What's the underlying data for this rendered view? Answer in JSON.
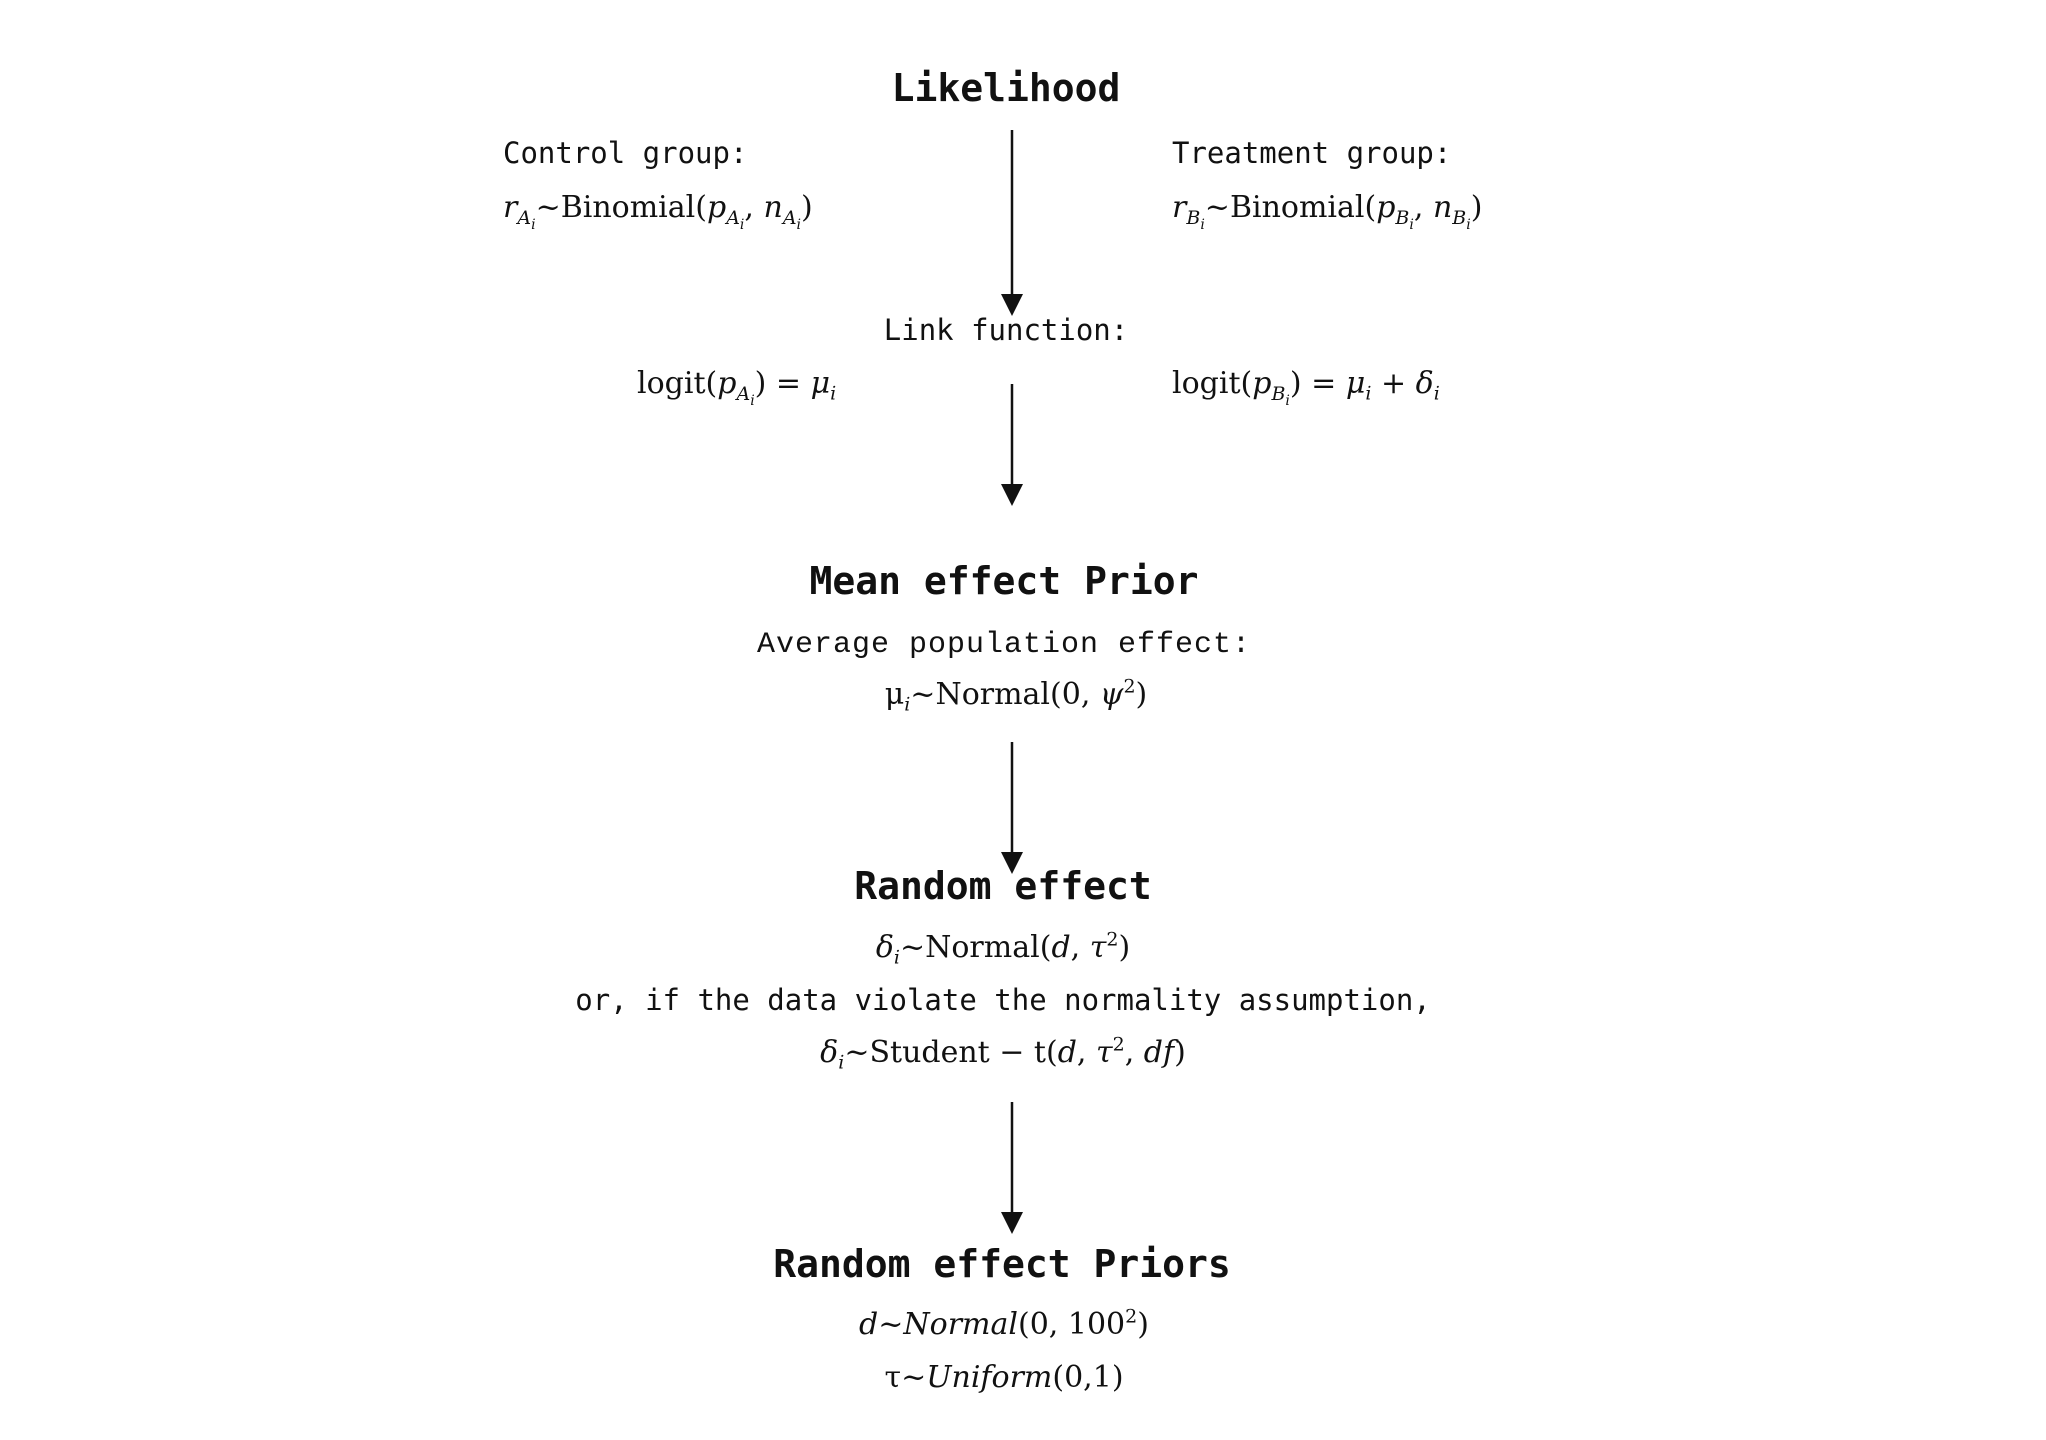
{
  "likelihood": {
    "heading": "Likelihood",
    "control_label": "Control group:",
    "control_formula": {
      "var": "r",
      "sub": "A",
      "subsub": "i",
      "dist": "Binomial",
      "p": "p",
      "n": "n"
    },
    "treatment_label": "Treatment group:",
    "treatment_formula": {
      "var": "r",
      "sub": "B",
      "subsub": "i",
      "dist": "Binomial",
      "p": "p",
      "n": "n"
    }
  },
  "link": {
    "label": "Link function:",
    "left": {
      "fn": "logit",
      "rhs": "μ",
      "rhs_sub": "i"
    },
    "right": {
      "fn": "logit",
      "rhs": "μ",
      "rhs_sub": "i",
      "plus": "+ δ"
    }
  },
  "mean_prior": {
    "heading": "Mean effect Prior",
    "label": "Average population effect:",
    "formula": {
      "lhs": "μ",
      "sub": "i",
      "dist": "Normal",
      "args_pre": "0, ",
      "args_var": "ψ",
      "sup": "2"
    }
  },
  "random_effect": {
    "heading": "Random effect",
    "formula1": {
      "lhs": "δ",
      "sub": "i",
      "dist": "Normal",
      "arg1": "d",
      "arg2": "τ",
      "sup": "2"
    },
    "note": "or, if the data violate the normality assumption,",
    "formula2": {
      "lhs": "δ",
      "sub": "i",
      "dist": "Student − t",
      "arg1": "d",
      "arg2": "τ",
      "sup": "2",
      "arg3": "df"
    }
  },
  "re_priors": {
    "heading": "Random effect Priors",
    "formula1": {
      "lhs": "d",
      "dist": "Normal",
      "arg_pre": "0, 100",
      "sup": "2"
    },
    "formula2": {
      "lhs": "τ",
      "dist": "Uniform",
      "args": "0,1"
    }
  }
}
